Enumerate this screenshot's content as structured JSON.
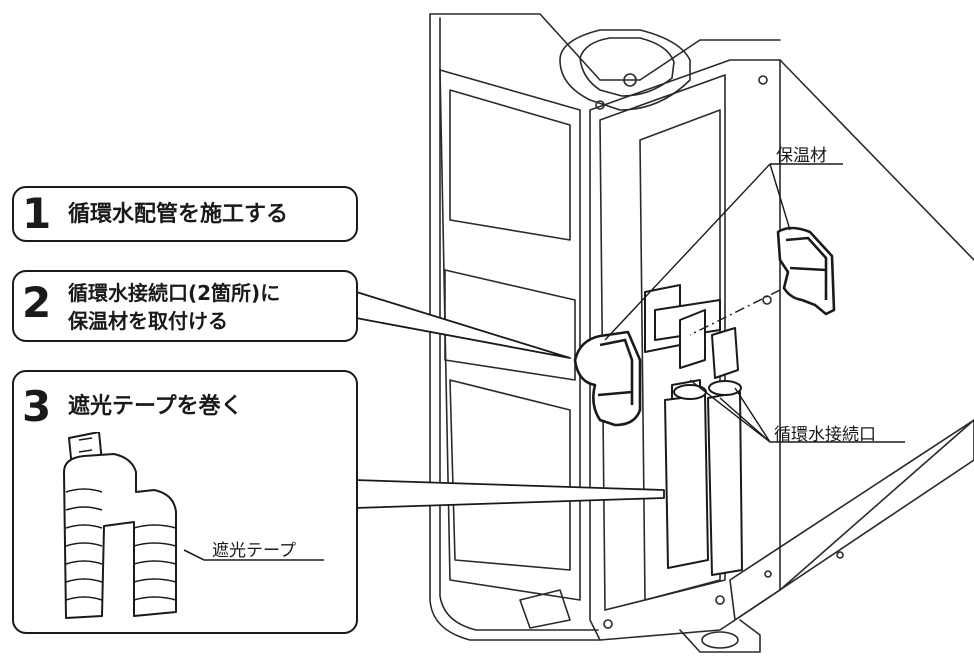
{
  "steps": [
    {
      "number": "1",
      "text": "循環水配管を施工する"
    },
    {
      "number": "2",
      "text_line1": "循環水接続口(2箇所)に",
      "text_line2": "保温材を取付ける"
    },
    {
      "number": "3",
      "text": "遮光テープを巻く"
    }
  ],
  "labels": {
    "insulation": "保温材",
    "water_inlet": "循環水接続口",
    "shading_tape": "遮光テープ"
  }
}
